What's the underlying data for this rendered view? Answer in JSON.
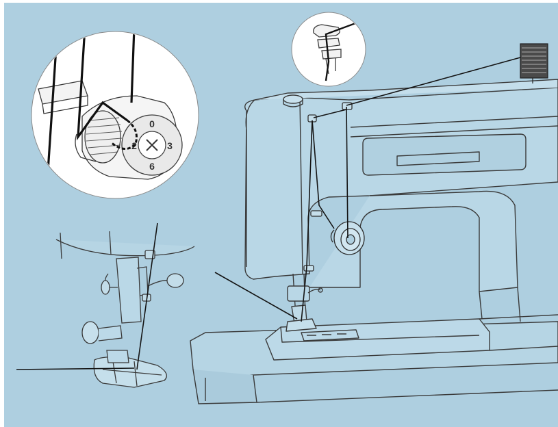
{
  "illustration": {
    "background": "#aecfe0",
    "paper": "#ffffff",
    "line_color": "#333333",
    "thread_color": "#111111",
    "insets": [
      {
        "name": "tension-dial-closeup",
        "dial_digits": [
          "0",
          "2",
          "3",
          "6"
        ]
      },
      {
        "name": "thread-guide-closeup"
      }
    ],
    "parts": [
      "spool",
      "spool-pin",
      "thread-guide",
      "take-up-lever",
      "tension-dial",
      "needle-bar",
      "presser-foot",
      "free-arm",
      "sewing-bed"
    ]
  }
}
